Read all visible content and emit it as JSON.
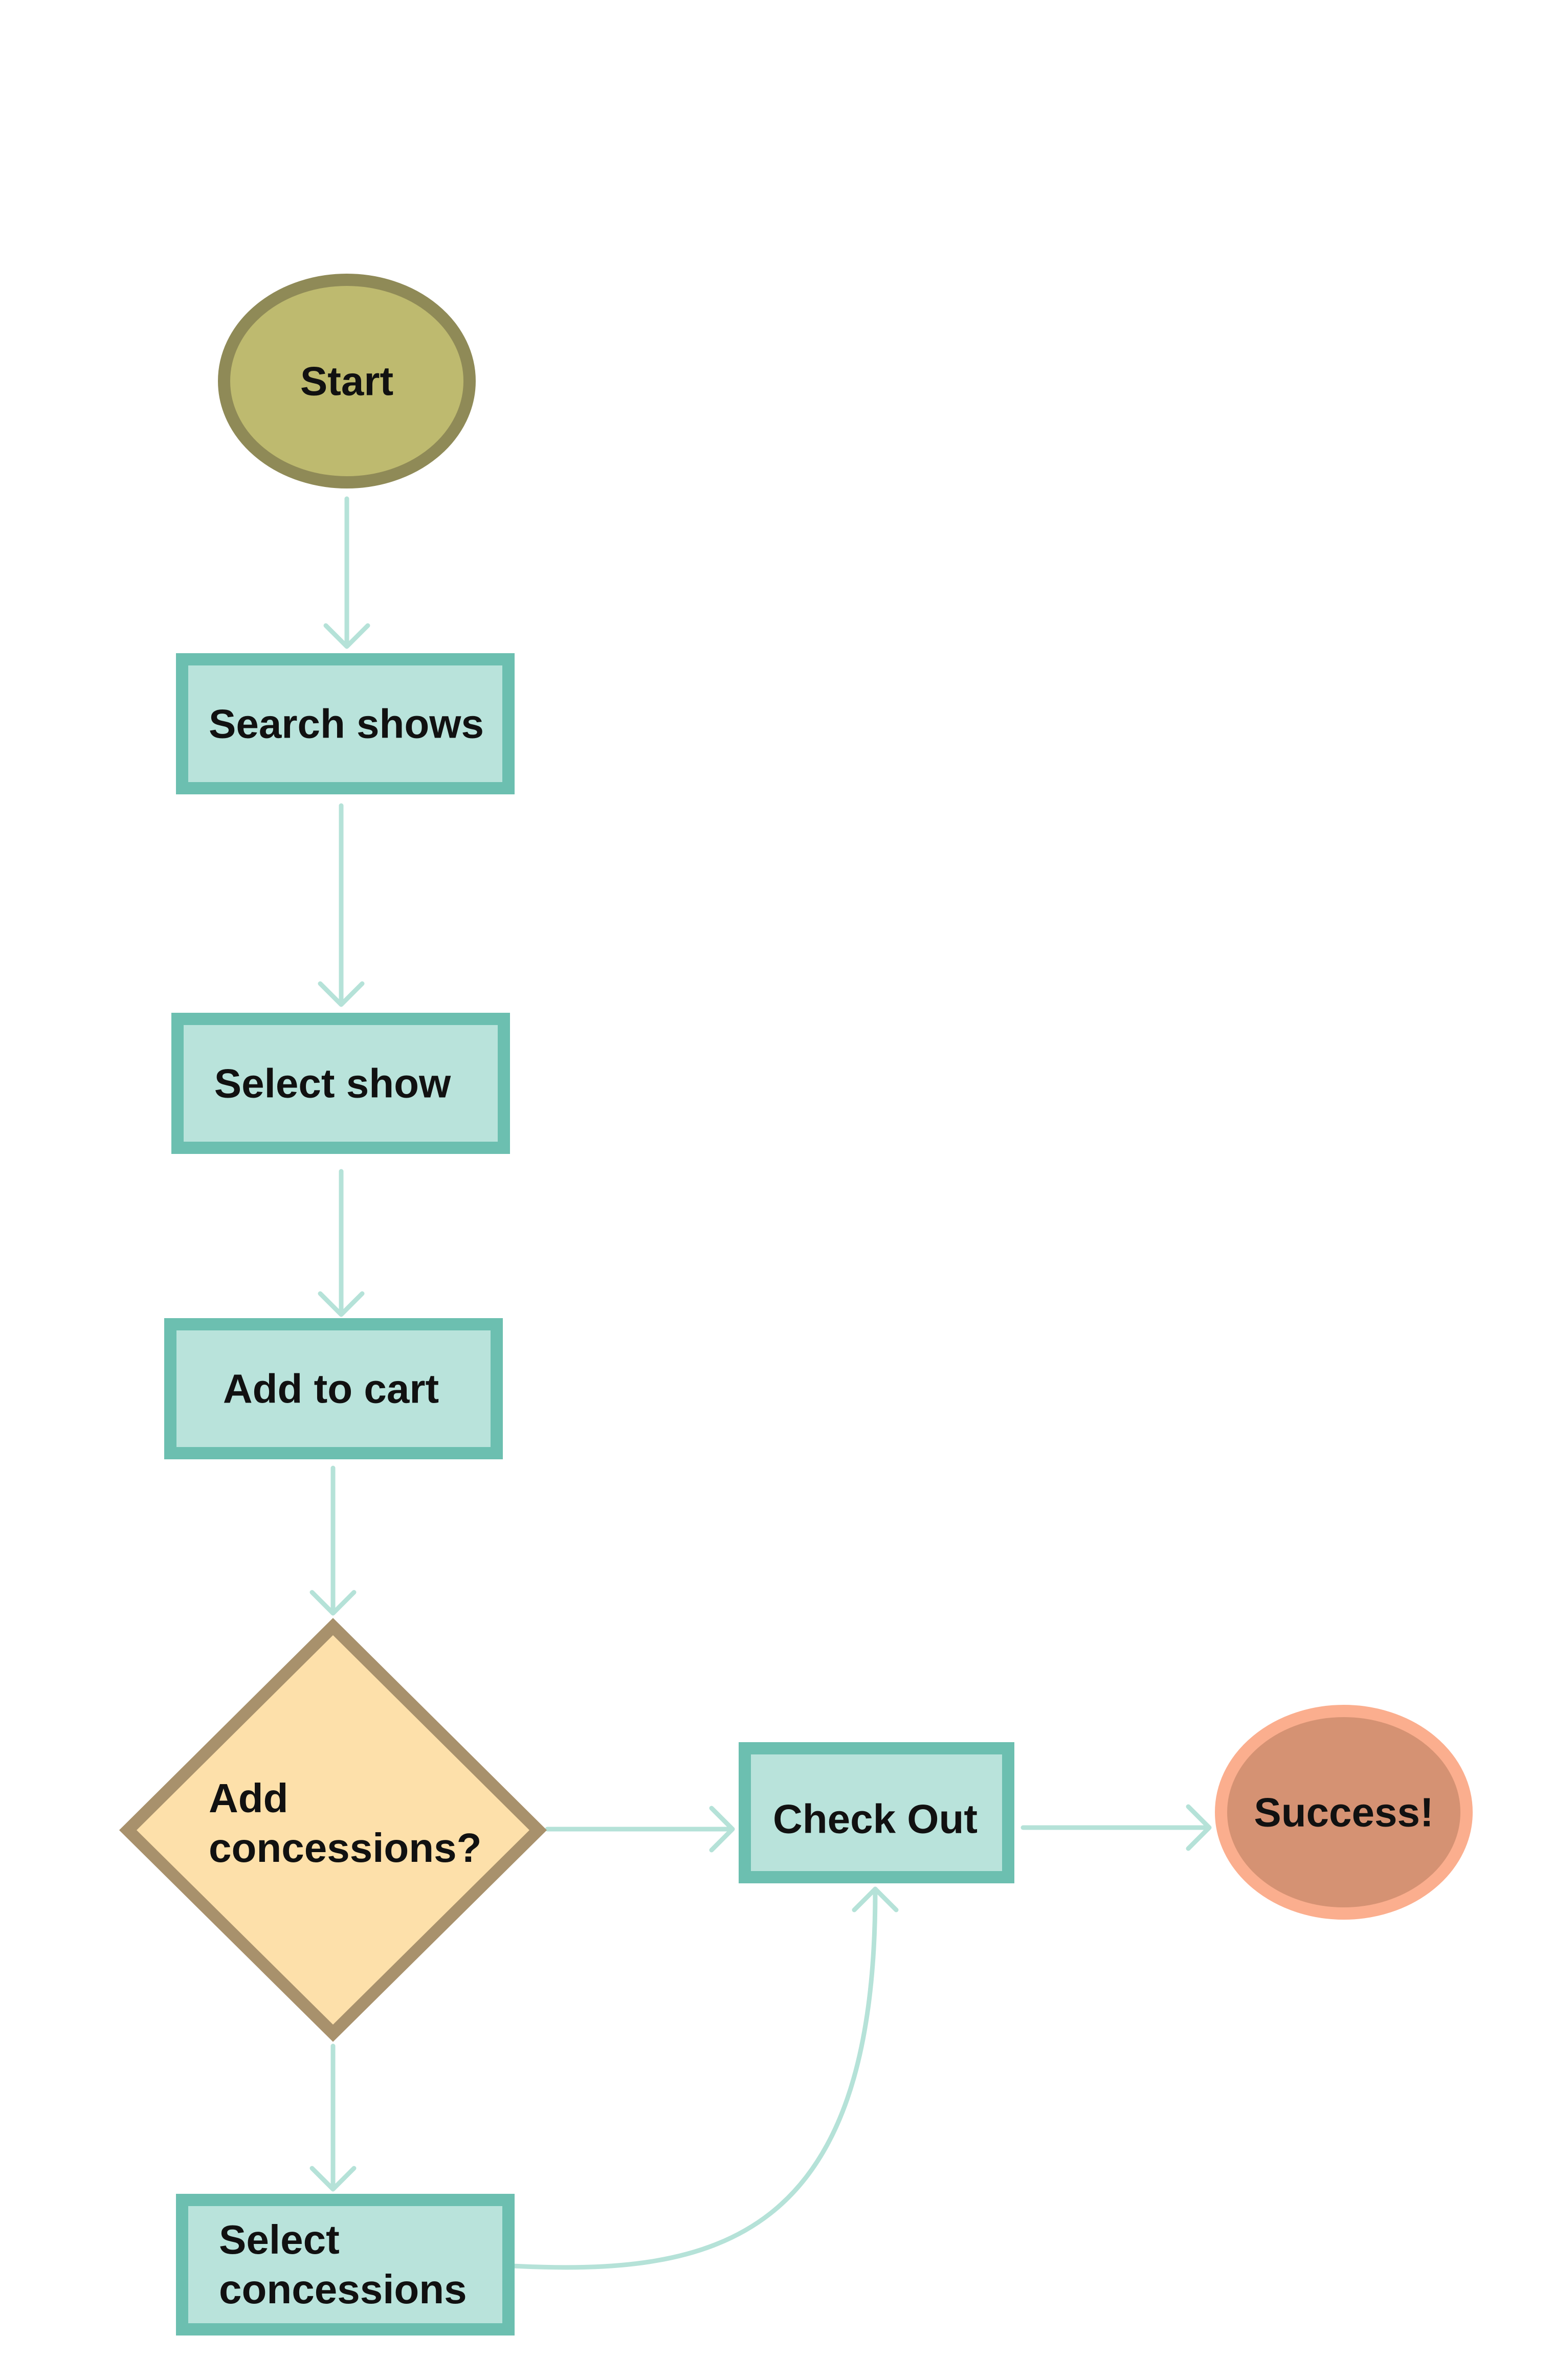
{
  "colors": {
    "start_fill": "#BEBA6F",
    "start_stroke": "#8F8A57",
    "process_fill": "#B9E3DB",
    "process_stroke": "#6CBFB0",
    "decision_fill": "#FDE0AA",
    "decision_stroke": "#A8916C",
    "end_fill": "#D59273",
    "end_stroke": "#FBAE8E",
    "edge": "#B5E2D8"
  },
  "nodes": {
    "start": {
      "label": "Start",
      "shape": "ellipse"
    },
    "search_shows": {
      "label": "Search shows",
      "shape": "rectangle"
    },
    "select_show": {
      "label": "Select show",
      "shape": "rectangle"
    },
    "add_to_cart": {
      "label": "Add to cart",
      "shape": "rectangle"
    },
    "add_concessions": {
      "label_line1": "Add",
      "label_line2": "concessions?",
      "shape": "diamond"
    },
    "check_out": {
      "label": "Check Out",
      "shape": "rectangle"
    },
    "success": {
      "label": "Success!",
      "shape": "ellipse"
    },
    "select_concessions": {
      "label_line1": "Select",
      "label_line2": "concessions",
      "shape": "rectangle"
    }
  },
  "edges": [
    {
      "from": "start",
      "to": "search_shows"
    },
    {
      "from": "search_shows",
      "to": "select_show"
    },
    {
      "from": "select_show",
      "to": "add_to_cart"
    },
    {
      "from": "add_to_cart",
      "to": "add_concessions"
    },
    {
      "from": "add_concessions",
      "to": "check_out"
    },
    {
      "from": "add_concessions",
      "to": "select_concessions"
    },
    {
      "from": "select_concessions",
      "to": "check_out"
    },
    {
      "from": "check_out",
      "to": "success"
    }
  ]
}
